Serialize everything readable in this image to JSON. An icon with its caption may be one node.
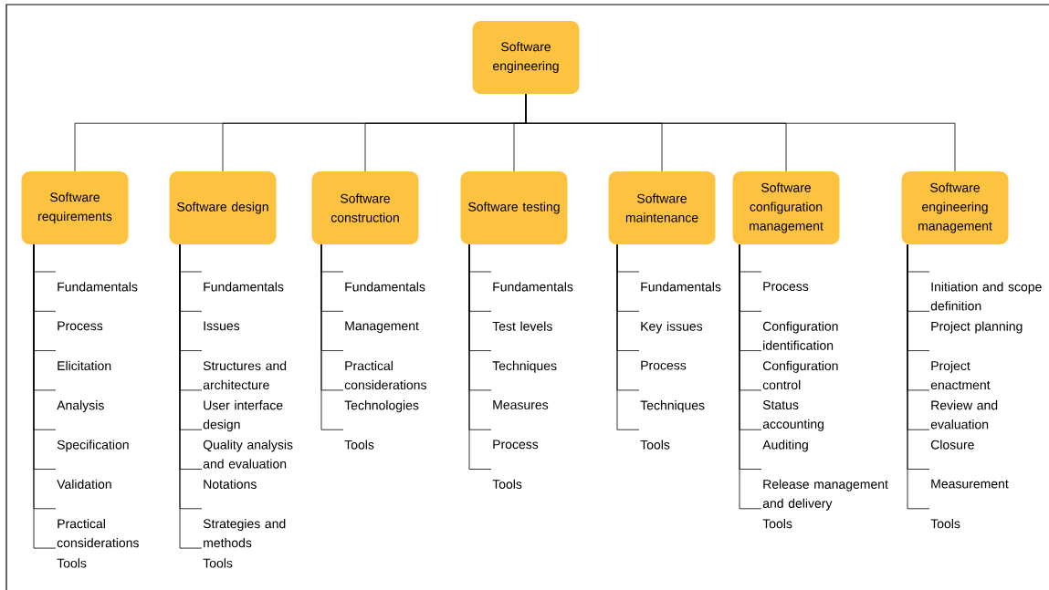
{
  "diagram": {
    "nodes": [
      {
        "text": [
          "Software engineering"
        ]
      },
      {
        "text": [
          "Software requirements"
        ]
      },
      {
        "text": [
          "Software design"
        ]
      },
      {
        "text": [
          "Software construction"
        ]
      },
      {
        "text": [
          "Software testing"
        ]
      },
      {
        "text": [
          "Software maintenance"
        ]
      },
      {
        "text": [
          "Software configuration management"
        ]
      },
      {
        "text": [
          "Software engineering management"
        ]
      },
      {
        "text": [
          "Fundamentals"
        ]
      },
      {
        "text": [
          "Process"
        ]
      },
      {
        "text": [
          "Elicitation"
        ]
      },
      {
        "text": [
          "Analysis"
        ]
      },
      {
        "text": [
          "Specification"
        ]
      },
      {
        "text": [
          "Validation"
        ]
      },
      {
        "text": [
          "Practical considerations"
        ]
      },
      {
        "text": [
          "Tools"
        ]
      },
      {
        "text": [
          "Fundamentals"
        ]
      },
      {
        "text": [
          "Issues"
        ]
      },
      {
        "text": [
          "Structures and architecture"
        ]
      },
      {
        "text": [
          "User interface design"
        ]
      },
      {
        "text": [
          "Quality analysis and evaluation"
        ]
      },
      {
        "text": [
          "Notations"
        ]
      },
      {
        "text": [
          "Strategies and methods"
        ]
      },
      {
        "text": [
          "Tools"
        ]
      },
      {
        "text": [
          "Fundamentals"
        ]
      },
      {
        "text": [
          "Management"
        ]
      },
      {
        "text": [
          "Practical considerations"
        ]
      },
      {
        "text": [
          "Technologies"
        ]
      },
      {
        "text": [
          "Tools"
        ]
      },
      {
        "text": [
          "Fundamentals"
        ]
      },
      {
        "text": [
          "Test levels"
        ]
      },
      {
        "text": [
          "Techniques"
        ]
      },
      {
        "text": [
          "Measures"
        ]
      },
      {
        "text": [
          "Process"
        ]
      },
      {
        "text": [
          "Tools"
        ]
      },
      {
        "text": [
          "Fundamentals"
        ]
      },
      {
        "text": [
          "Key issues"
        ]
      },
      {
        "text": [
          "Process"
        ]
      },
      {
        "text": [
          "Techniques"
        ]
      },
      {
        "text": [
          "Tools"
        ]
      },
      {
        "text": [
          "Process"
        ]
      },
      {
        "text": [
          "Configuration identification"
        ]
      },
      {
        "text": [
          "Configuration control"
        ]
      },
      {
        "text": [
          "Status accounting"
        ]
      },
      {
        "text": [
          "Auditing"
        ]
      },
      {
        "text": [
          "Release management and delivery"
        ]
      },
      {
        "text": [
          "Tools"
        ]
      },
      {
        "text": [
          "Initiation and scope definition"
        ]
      },
      {
        "text": [
          "Project planning"
        ]
      },
      {
        "text": [
          "Project enactment"
        ]
      },
      {
        "text": [
          "Review and evaluation"
        ]
      },
      {
        "text": [
          "Closure"
        ]
      },
      {
        "text": [
          "Measurement"
        ]
      },
      {
        "text": [
          "Tools"
        ]
      }
    ],
    "edges": [
      {
        "from": 0,
        "to": 1,
        "arrow": "none"
      },
      {
        "from": 0,
        "to": 2,
        "arrow": "none"
      },
      {
        "from": 0,
        "to": 3,
        "arrow": "none"
      },
      {
        "from": 0,
        "to": 4,
        "arrow": "none"
      },
      {
        "from": 0,
        "to": 5,
        "arrow": "none"
      },
      {
        "from": 0,
        "to": 6,
        "arrow": "none"
      },
      {
        "from": 0,
        "to": 7,
        "arrow": "none"
      },
      {
        "from": 1,
        "to": 8,
        "arrow": "none"
      },
      {
        "from": 1,
        "to": 9,
        "arrow": "none"
      },
      {
        "from": 1,
        "to": 10,
        "arrow": "none"
      },
      {
        "from": 1,
        "to": 11,
        "arrow": "none"
      },
      {
        "from": 1,
        "to": 12,
        "arrow": "none"
      },
      {
        "from": 1,
        "to": 13,
        "arrow": "none"
      },
      {
        "from": 1,
        "to": 14,
        "arrow": "none"
      },
      {
        "from": 1,
        "to": 15,
        "arrow": "none"
      },
      {
        "from": 2,
        "to": 16,
        "arrow": "none"
      },
      {
        "from": 2,
        "to": 17,
        "arrow": "none"
      },
      {
        "from": 2,
        "to": 18,
        "arrow": "none"
      },
      {
        "from": 2,
        "to": 19,
        "arrow": "none"
      },
      {
        "from": 2,
        "to": 20,
        "arrow": "none"
      },
      {
        "from": 2,
        "to": 21,
        "arrow": "none"
      },
      {
        "from": 2,
        "to": 22,
        "arrow": "none"
      },
      {
        "from": 2,
        "to": 23,
        "arrow": "none"
      },
      {
        "from": 3,
        "to": 24,
        "arrow": "none"
      },
      {
        "from": 3,
        "to": 25,
        "arrow": "none"
      },
      {
        "from": 3,
        "to": 26,
        "arrow": "none"
      },
      {
        "from": 3,
        "to": 27,
        "arrow": "none"
      },
      {
        "from": 3,
        "to": 28,
        "arrow": "none"
      },
      {
        "from": 4,
        "to": 29,
        "arrow": "none"
      },
      {
        "from": 4,
        "to": 30,
        "arrow": "none"
      },
      {
        "from": 4,
        "to": 31,
        "arrow": "none"
      },
      {
        "from": 4,
        "to": 32,
        "arrow": "none"
      },
      {
        "from": 4,
        "to": 33,
        "arrow": "none"
      },
      {
        "from": 4,
        "to": 34,
        "arrow": "none"
      },
      {
        "from": 5,
        "to": 35,
        "arrow": "none"
      },
      {
        "from": 5,
        "to": 36,
        "arrow": "none"
      },
      {
        "from": 5,
        "to": 37,
        "arrow": "none"
      },
      {
        "from": 5,
        "to": 38,
        "arrow": "none"
      },
      {
        "from": 5,
        "to": 39,
        "arrow": "none"
      },
      {
        "from": 6,
        "to": 40,
        "arrow": "none"
      },
      {
        "from": 6,
        "to": 41,
        "arrow": "none"
      },
      {
        "from": 6,
        "to": 42,
        "arrow": "none"
      },
      {
        "from": 6,
        "to": 43,
        "arrow": "none"
      },
      {
        "from": 6,
        "to": 44,
        "arrow": "none"
      },
      {
        "from": 6,
        "to": 45,
        "arrow": "none"
      },
      {
        "from": 6,
        "to": 46,
        "arrow": "none"
      },
      {
        "from": 7,
        "to": 47,
        "arrow": "none"
      },
      {
        "from": 7,
        "to": 48,
        "arrow": "none"
      },
      {
        "from": 7,
        "to": 49,
        "arrow": "none"
      },
      {
        "from": 7,
        "to": 50,
        "arrow": "none"
      },
      {
        "from": 7,
        "to": 51,
        "arrow": "none"
      },
      {
        "from": 7,
        "to": 52,
        "arrow": "none"
      },
      {
        "from": 7,
        "to": 53,
        "arrow": "none"
      }
    ]
  }
}
